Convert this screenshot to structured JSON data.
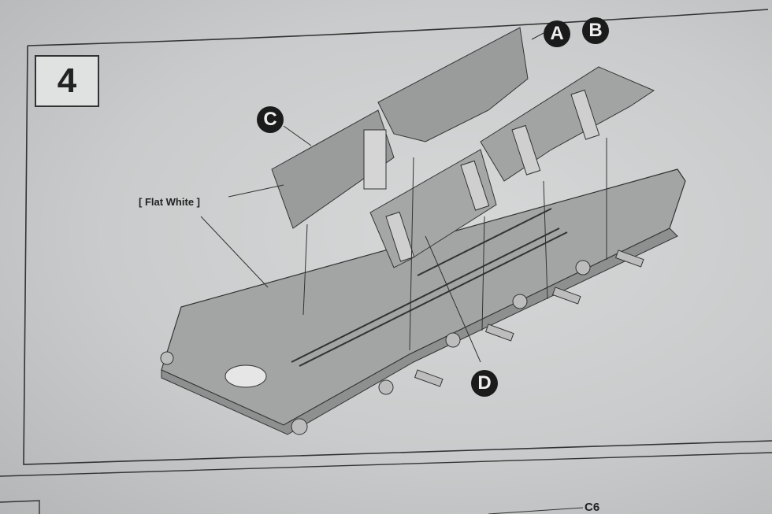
{
  "step": {
    "number": "4"
  },
  "paint_callout": "[ Flat White ]",
  "part_callouts": [
    "A",
    "B",
    "C",
    "D"
  ],
  "next_step_part": "C6",
  "colors": {
    "paper": "#cfd1d1",
    "parts": "#9c9d9d",
    "ink": "#1b1b1b"
  }
}
